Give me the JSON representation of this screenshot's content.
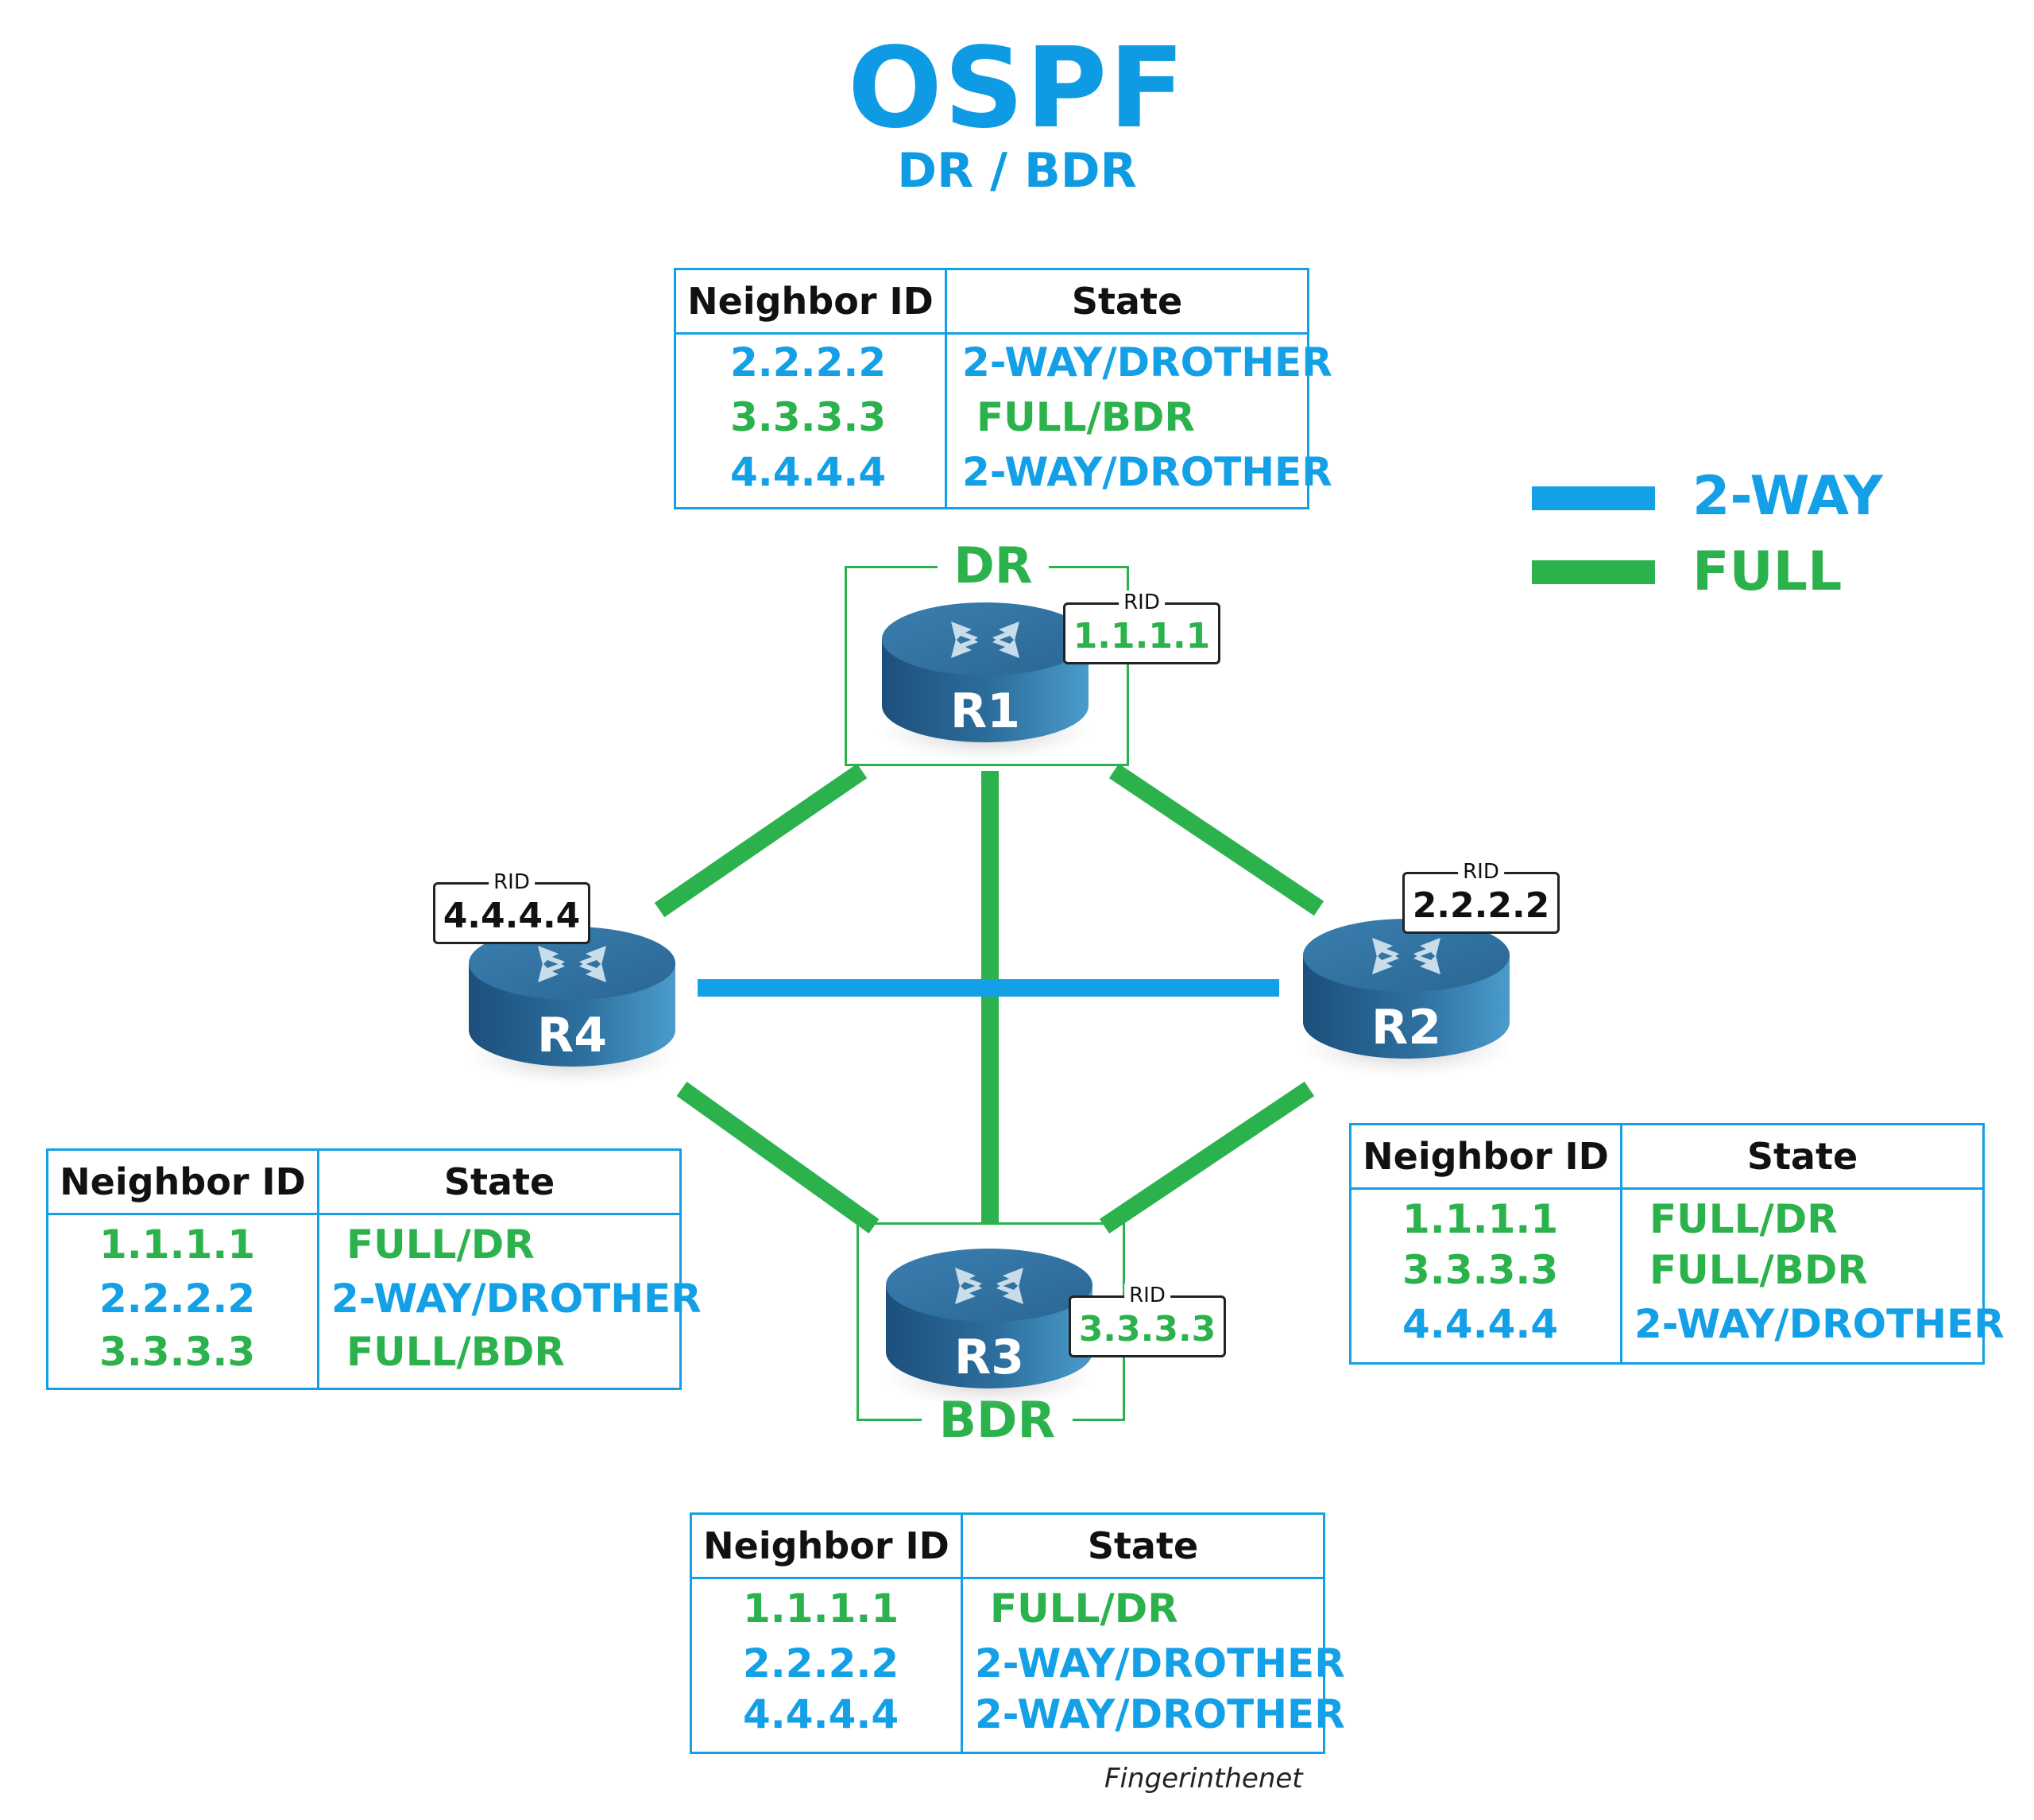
{
  "title": "OSPF",
  "subtitle": "DR / BDR",
  "colors": {
    "blue": "#14a0e6",
    "green": "#2cb24c"
  },
  "legend": [
    {
      "label": "2-WAY",
      "color": "#14a0e6"
    },
    {
      "label": "FULL",
      "color": "#2cb24c"
    }
  ],
  "roles": {
    "r1": "DR",
    "r3": "BDR"
  },
  "routers": {
    "r1": {
      "name": "R1",
      "rid_tag": "RID",
      "rid": "1.1.1.1",
      "rid_color": "#2cb24c"
    },
    "r2": {
      "name": "R2",
      "rid_tag": "RID",
      "rid": "2.2.2.2",
      "rid_color": "#111111"
    },
    "r3": {
      "name": "R3",
      "rid_tag": "RID",
      "rid": "3.3.3.3",
      "rid_color": "#2cb24c"
    },
    "r4": {
      "name": "R4",
      "rid_tag": "RID",
      "rid": "4.4.4.4",
      "rid_color": "#111111"
    }
  },
  "links": [
    {
      "from": "R1",
      "to": "R4",
      "state": "FULL"
    },
    {
      "from": "R1",
      "to": "R2",
      "state": "FULL"
    },
    {
      "from": "R1",
      "to": "R3",
      "state": "FULL"
    },
    {
      "from": "R4",
      "to": "R3",
      "state": "FULL"
    },
    {
      "from": "R2",
      "to": "R3",
      "state": "FULL"
    },
    {
      "from": "R4",
      "to": "R2",
      "state": "2-WAY"
    }
  ],
  "tables": {
    "r1": {
      "headers": [
        "Neighbor ID",
        "State"
      ],
      "rows": [
        {
          "id": "2.2.2.2",
          "state": "2-WAY/DROTHER",
          "color": "#14a0e6"
        },
        {
          "id": "3.3.3.3",
          "state": "FULL/BDR",
          "color": "#2cb24c"
        },
        {
          "id": "4.4.4.4",
          "state": "2-WAY/DROTHER",
          "color": "#14a0e6"
        }
      ]
    },
    "r4": {
      "headers": [
        "Neighbor ID",
        "State"
      ],
      "rows": [
        {
          "id": "1.1.1.1",
          "state": "FULL/DR",
          "color": "#2cb24c"
        },
        {
          "id": "2.2.2.2",
          "state": "2-WAY/DROTHER",
          "color": "#14a0e6"
        },
        {
          "id": "3.3.3.3",
          "state": "FULL/BDR",
          "color": "#2cb24c"
        }
      ]
    },
    "r2": {
      "headers": [
        "Neighbor ID",
        "State"
      ],
      "rows": [
        {
          "id": "1.1.1.1",
          "state": "FULL/DR",
          "color": "#2cb24c"
        },
        {
          "id": "3.3.3.3",
          "state": "FULL/BDR",
          "color": "#2cb24c"
        },
        {
          "id": "4.4.4.4",
          "state": "2-WAY/DROTHER",
          "color": "#14a0e6"
        }
      ]
    },
    "r3": {
      "headers": [
        "Neighbor ID",
        "State"
      ],
      "rows": [
        {
          "id": "1.1.1.1",
          "state": "FULL/DR",
          "color": "#2cb24c"
        },
        {
          "id": "2.2.2.2",
          "state": "2-WAY/DROTHER",
          "color": "#14a0e6"
        },
        {
          "id": "4.4.4.4",
          "state": "2-WAY/DROTHER",
          "color": "#14a0e6"
        }
      ]
    }
  },
  "credit": "Fingerinthenet"
}
